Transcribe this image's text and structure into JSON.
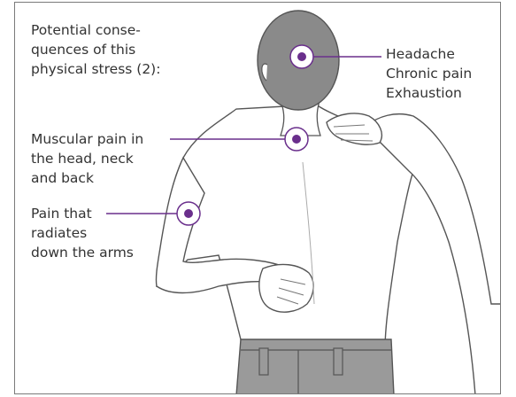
{
  "intro_text": "Potential conse-\nquences of this\nphysical stress (2):",
  "callouts": {
    "head": {
      "lines": "Headache\nChronic pain\nExhaustion"
    },
    "neck": {
      "lines": "Muscular pain in\nthe head, neck\nand back"
    },
    "arm": {
      "lines": "Pain that\nradiates\ndown the arms"
    }
  },
  "colors": {
    "accent": "#6a2f8c",
    "skin_shadow": "#d9d9d9",
    "hair": "#8a8a8a",
    "trousers": "#9a9a9a",
    "outline": "#555555",
    "border": "#7a7a7a"
  },
  "icons": [
    "pain-point-marker-head",
    "pain-point-marker-neck",
    "pain-point-marker-arm"
  ]
}
